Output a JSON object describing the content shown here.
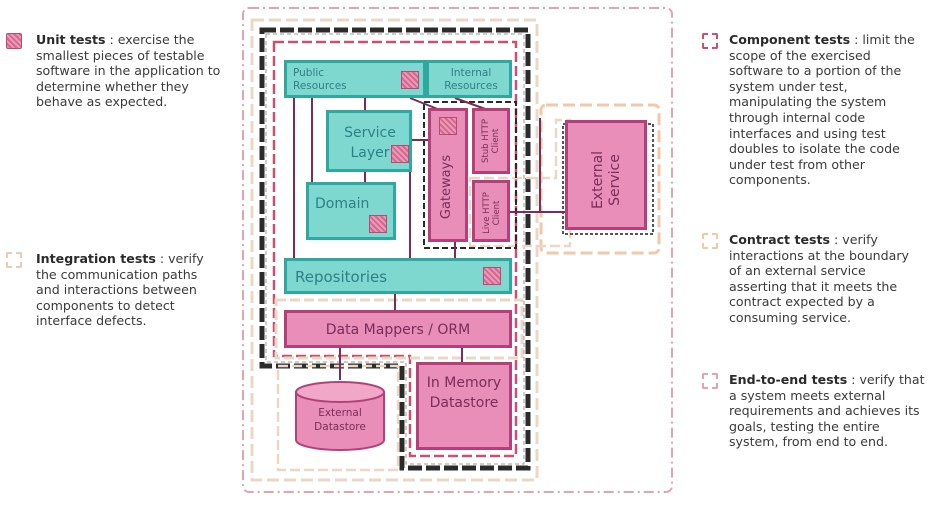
{
  "legend": {
    "unit": {
      "title": "Unit tests",
      "sep": " : ",
      "text": "exercise the smallest pieces of testable software in the application to determine whether they behave as expected."
    },
    "integration": {
      "title": "Integration tests",
      "sep": " : ",
      "text": "verify the communication paths and interactions between components to detect interface defects."
    },
    "component": {
      "title": "Component tests",
      "sep": " : ",
      "text": "limit the scope of the exercised software to a portion of the system under test, manipulating the system through internal code interfaces and using test doubles to isolate the code under test from other components."
    },
    "contract": {
      "title": "Contract tests",
      "sep": " : ",
      "text": "verify interactions at the boundary of an external service asserting that it meets the contract expected by a consuming service."
    },
    "e2e": {
      "title": "End-to-end tests",
      "sep": " : ",
      "text": "verify that a system meets external requirements and achieves its goals, testing the entire system, from end to end."
    }
  },
  "diagram": {
    "public_resources": "Public Resources",
    "internal_resources": "Internal Resources",
    "service_layer": "Service Layer",
    "domain": "Domain",
    "gateways": "Gateways",
    "stub_http_client": "Stub HTTP Client",
    "live_http_client": "Live HTTP Client",
    "external_service": "External Service",
    "repositories": "Repositories",
    "data_mappers": "Data Mappers / ORM",
    "external_datastore": "External Datastore",
    "in_memory_datastore": "In Memory Datastore"
  },
  "colors": {
    "teal_fill": "#7fd8d0",
    "teal_border": "#2fa89f",
    "pink_fill": "#e88eb9",
    "pink_border": "#b34079",
    "unit_mark": "#d9668f"
  }
}
